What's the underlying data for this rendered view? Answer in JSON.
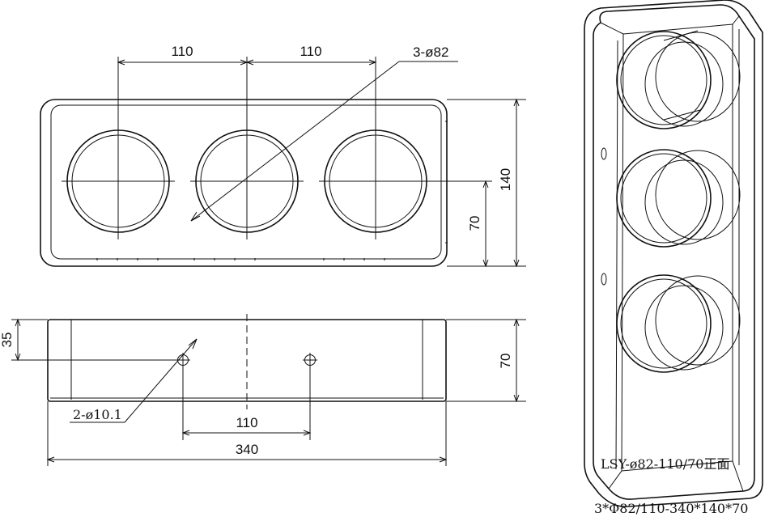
{
  "front_view": {
    "dim_spacing_left": "110",
    "dim_spacing_right": "110",
    "dim_holes": "3-ø82",
    "dim_height": "140",
    "dim_center_height": "70"
  },
  "bottom_view": {
    "dim_hole_offset": "35",
    "dim_depth": "70",
    "dim_mount_holes": "2-ø10.1",
    "dim_hole_spacing": "110",
    "dim_width": "340"
  },
  "caption": {
    "model": "LSY-ø82-110/70正面",
    "spec": "3*Φ82/110-340*140*70"
  }
}
